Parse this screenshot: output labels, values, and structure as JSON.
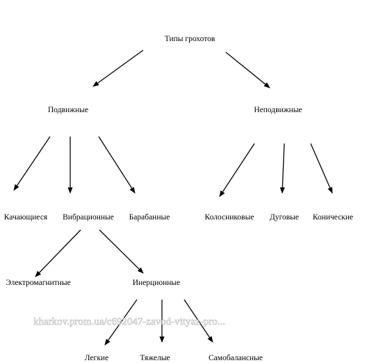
{
  "diagram": {
    "nodes": {
      "root": "Типы грохотов",
      "movable": "Подвижные",
      "fixed": "Неподвижные",
      "swinging": "Качающиеся",
      "vibrating": "Вибрационные",
      "drum": "Барабанные",
      "grate": "Колосниковые",
      "arc": "Дуговые",
      "conical": "Конические",
      "electromagnetic": "Электромагнитные",
      "inertial": "Инерционные",
      "light": "Легкие",
      "heavy": "Тяжелые",
      "self_balancing": "Самобалансные"
    },
    "edges": [
      [
        "root",
        "movable"
      ],
      [
        "root",
        "fixed"
      ],
      [
        "movable",
        "swinging"
      ],
      [
        "movable",
        "vibrating"
      ],
      [
        "movable",
        "drum"
      ],
      [
        "fixed",
        "grate"
      ],
      [
        "fixed",
        "arc"
      ],
      [
        "fixed",
        "conical"
      ],
      [
        "vibrating",
        "electromagnetic"
      ],
      [
        "vibrating",
        "inertial"
      ],
      [
        "inertial",
        "light"
      ],
      [
        "inertial",
        "heavy"
      ],
      [
        "inertial",
        "self_balancing"
      ]
    ]
  },
  "watermark": {
    "text": "kharkov.prom.ua/c692047-zavod-vityaz-pro..."
  }
}
